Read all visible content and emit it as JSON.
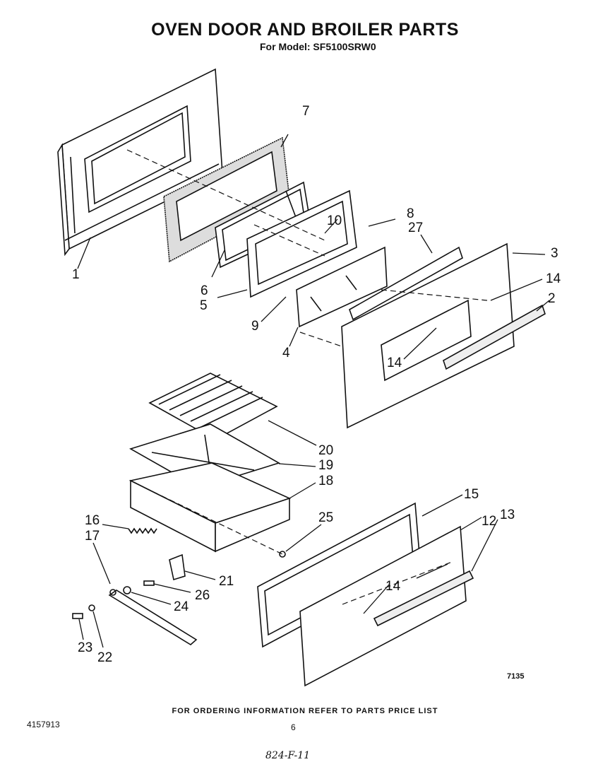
{
  "header": {
    "title": "OVEN DOOR AND BROILER PARTS",
    "subtitle": "For Model: SF5100SRW0"
  },
  "callouts": [
    "1",
    "2",
    "3",
    "4",
    "5",
    "6",
    "7",
    "8",
    "9",
    "10",
    "12",
    "13",
    "14",
    "15",
    "16",
    "17",
    "18",
    "19",
    "20",
    "21",
    "22",
    "23",
    "24",
    "25",
    "26",
    "27"
  ],
  "footer": {
    "ordering_note": "FOR ORDERING INFORMATION REFER TO PARTS PRICE LIST",
    "document_number": "4157913",
    "page_number": "6",
    "figure_number": "7135",
    "handwritten_note": "824-F-11"
  }
}
